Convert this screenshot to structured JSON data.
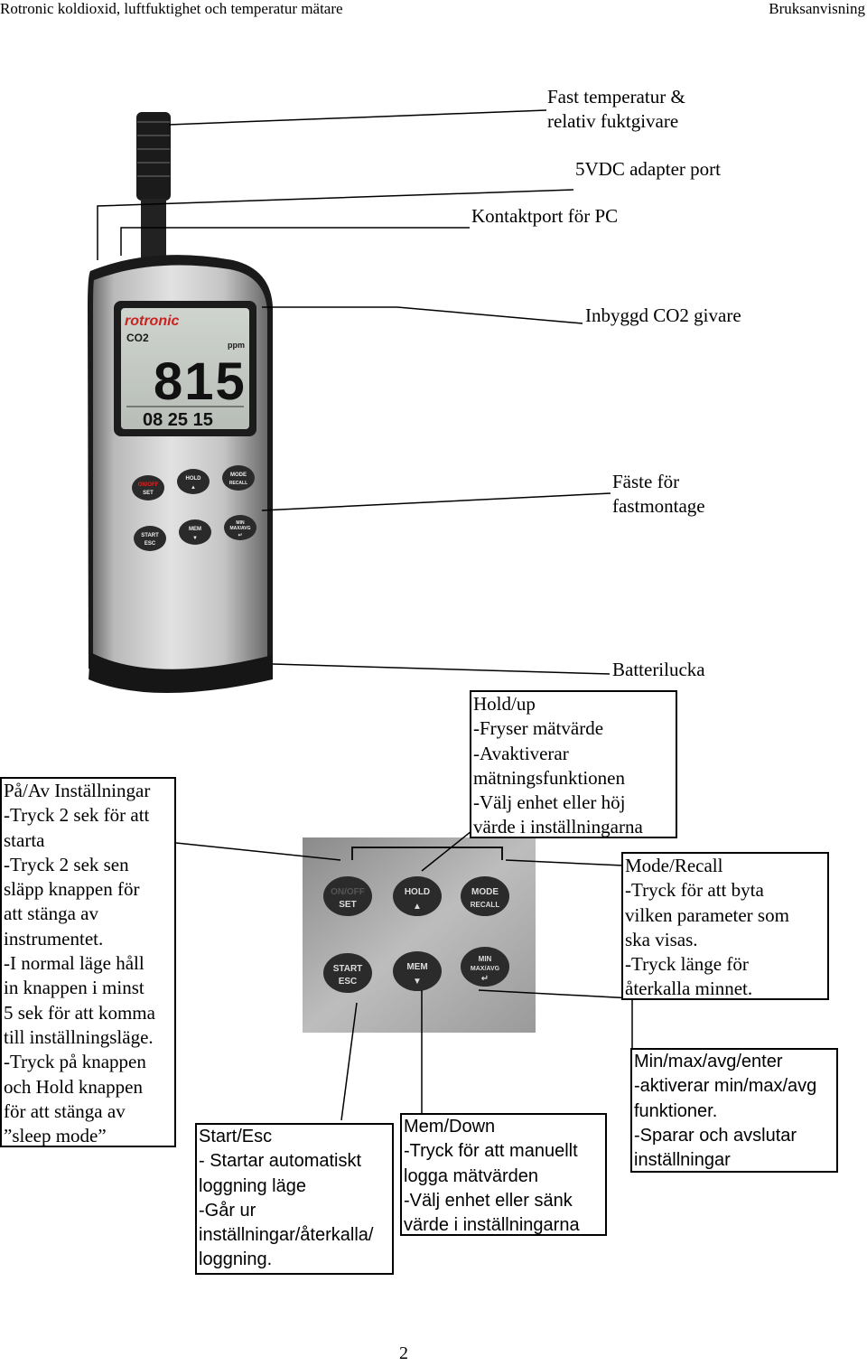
{
  "header": {
    "left": "Rotronic koldioxid, luftfuktighet och temperatur mätare",
    "right": "Bruksanvisning"
  },
  "device": {
    "brand": "rotronic",
    "display_param": "CO2",
    "display_unit": "ppm",
    "display_value": "815",
    "display_time": "08 25 15",
    "buttons": {
      "onoff_top": "ON/OFF",
      "onoff_bottom": "SET",
      "hold_top": "HOLD",
      "hold_bottom": "▲",
      "mode_top": "MODE",
      "mode_bottom": "RECALL",
      "start_top": "START",
      "start_bottom": "ESC",
      "mem_top": "MEM",
      "mem_bottom": "▼",
      "minmax_top": "MIN",
      "minmax_mid": "MAX/AVG",
      "minmax_bottom": "↵"
    }
  },
  "labels": {
    "sensor": [
      "Fast temperatur &",
      "relativ fuktgivare"
    ],
    "adapter_port": "5VDC adapter port",
    "pc_port": "Kontaktport för PC",
    "co2_sensor": "Inbyggd CO2 givare",
    "mount": [
      "Fäste för",
      "fastmontage"
    ],
    "battery": "Batterilucka"
  },
  "boxes": {
    "hold": [
      "Hold/up",
      "-Fryser mätvärde",
      "-Avaktiverar",
      "mätningsfunktionen",
      "-Välj enhet eller höj",
      "värde i inställningarna"
    ],
    "onoff": [
      "På/Av Inställningar",
      "-Tryck 2 sek för att",
      "starta",
      "-Tryck 2 sek sen",
      "släpp knappen för",
      "att stänga av",
      "instrumentet.",
      "-I normal läge håll",
      "in knappen i minst",
      "5 sek för att komma",
      "till inställningsläge.",
      "-Tryck på knappen",
      "och Hold knappen",
      "för att stänga av",
      "”sleep mode”"
    ],
    "mode": [
      "Mode/Recall",
      "-Tryck för att byta",
      "vilken parameter som",
      "ska visas.",
      "-Tryck länge för",
      "återkalla minnet."
    ],
    "minmax": [
      "Min/max/avg/enter",
      "-aktiverar min/max/avg",
      "funktioner.",
      "-Sparar och avslutar",
      "inställningar"
    ],
    "mem": [
      "Mem/Down",
      "-Tryck för att manuellt",
      "logga mätvärden",
      "-Välj enhet eller sänk",
      "värde i inställningarna"
    ],
    "start": [
      "Start/Esc",
      "- Startar automatiskt",
      "loggning läge",
      "-Går ur",
      "inställningar/återkalla/",
      "loggning."
    ]
  },
  "page_number": "2"
}
